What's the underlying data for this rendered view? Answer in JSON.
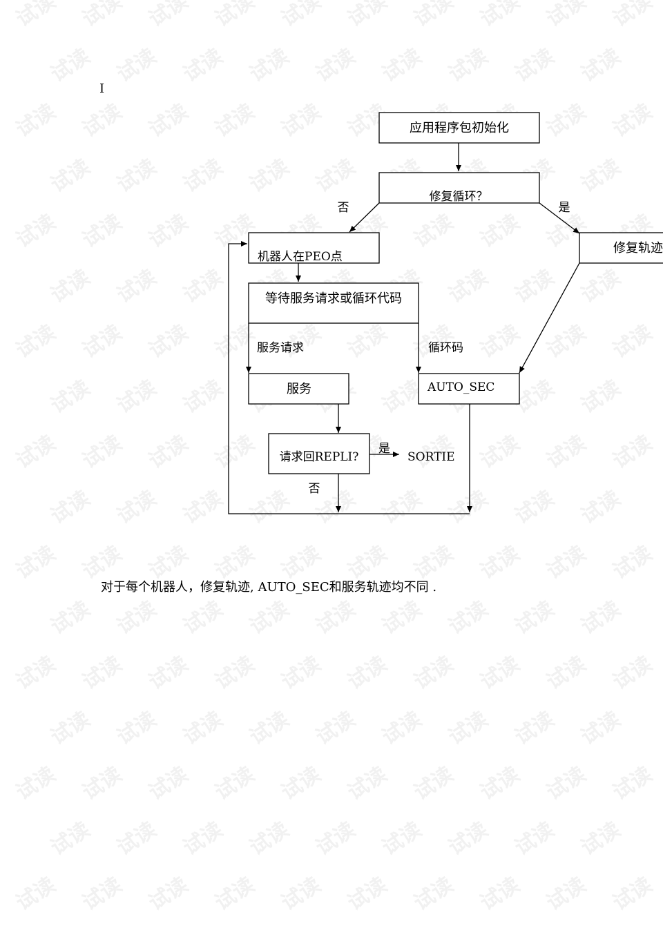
{
  "margin_mark": "I",
  "flowchart": {
    "init_box": "应用程序包初始化",
    "repair_question": "修复循环？",
    "label_no_top": "否",
    "label_yes_top": "是",
    "robot_at_box": "机器人在PEO点",
    "repair_path_box": "修复轨迹",
    "wait_box": "等待服务请求或循环代码",
    "label_service_request": "服务请求",
    "label_cycle_code": "循环码",
    "service_box": "服务",
    "auto_sec_box": "AUTO_SEC",
    "request_back_box": "请求回REPLI?",
    "label_yes_bottom": "是",
    "sortie_label": "SORTIE",
    "label_no_bottom": "否"
  },
  "caption": "对于每个机器人，修复轨迹, AUTO_SEC和服务轨迹均不同 .",
  "watermark_text": "试读"
}
